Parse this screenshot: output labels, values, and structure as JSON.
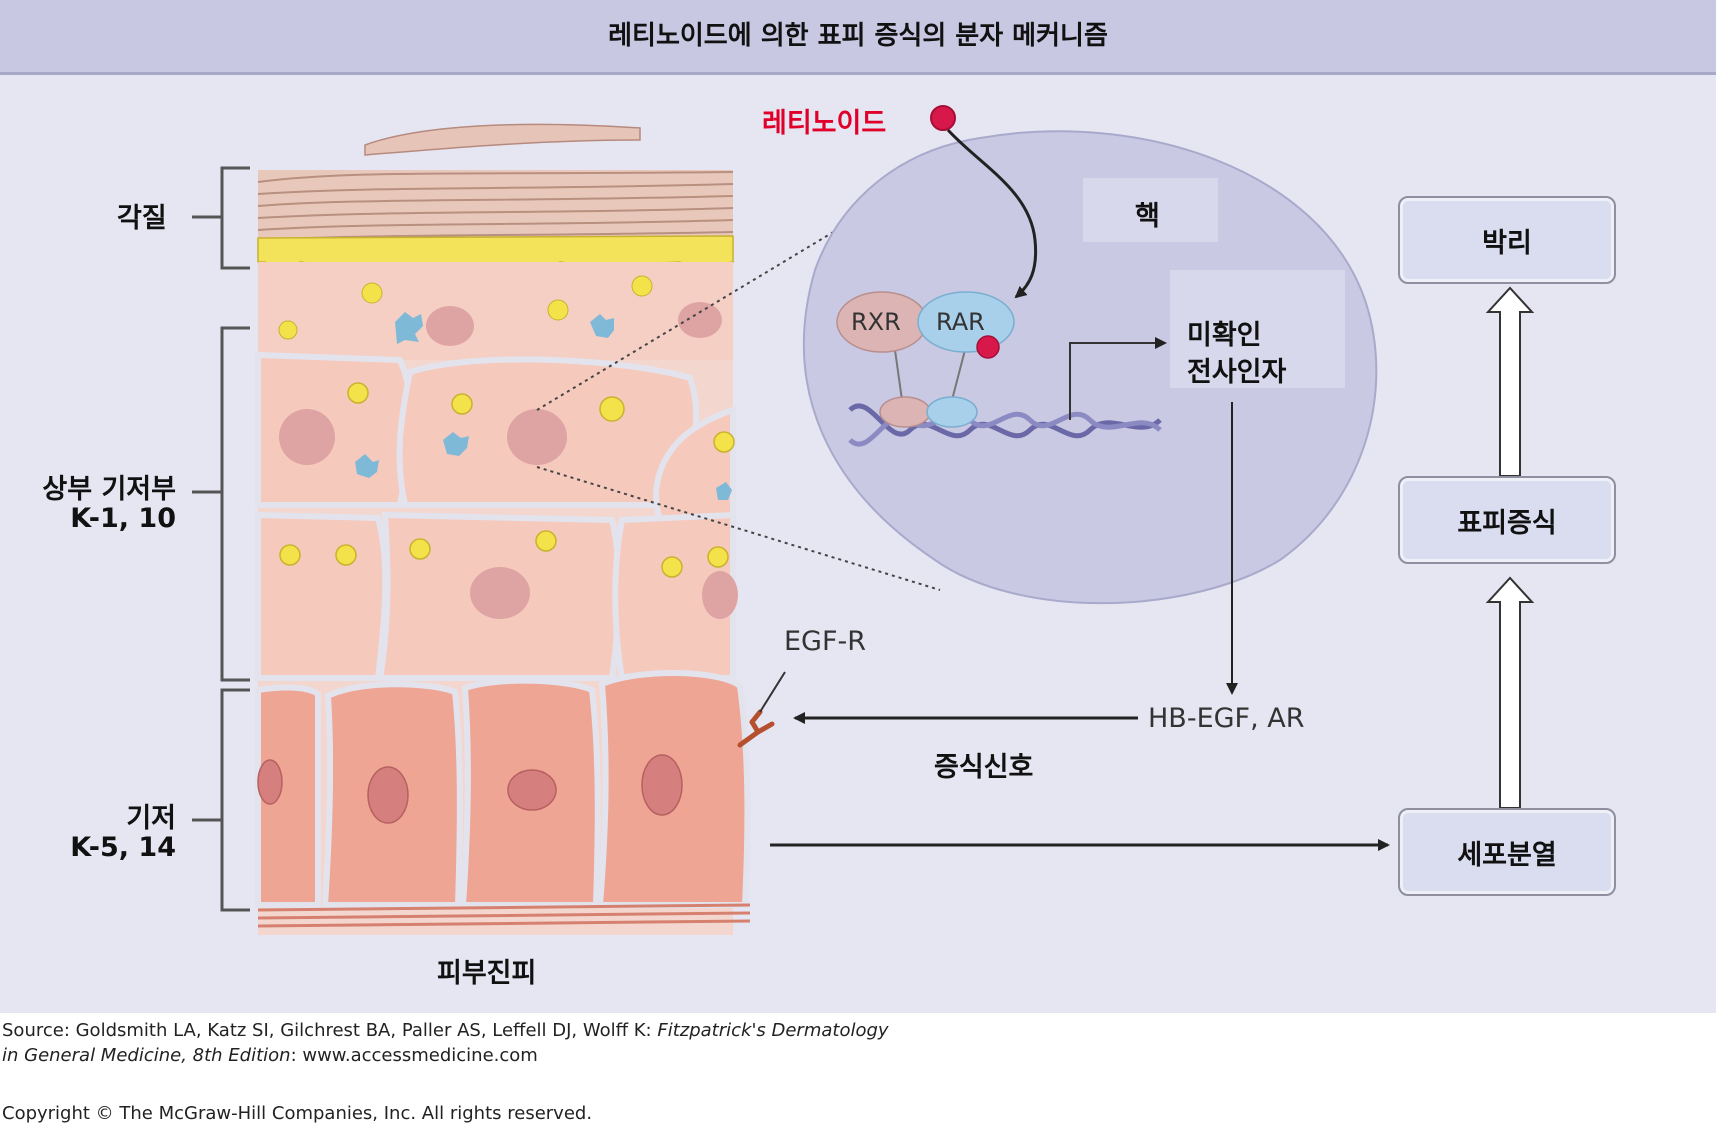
{
  "title": "레티노이드에 의한 표피 증식의 분자 메커니즘",
  "skin_layers": {
    "stratum_corneum": "각질",
    "suprabasal_line1": "상부 기저부",
    "suprabasal_line2": "K-1, 10",
    "basal_line1": "기저",
    "basal_line2": "K-5, 14",
    "dermis": "피부진피"
  },
  "retinoid_label": "레티노이드",
  "nucleus_label": "핵",
  "receptors": {
    "rxr": "RXR",
    "rar": "RAR"
  },
  "unknown_factor_line1": "미확인",
  "unknown_factor_line2": "전사인자",
  "egfr_label": "EGF-R",
  "ligands_label": "HB-EGF, AR",
  "growth_signal_label": "증식신호",
  "outcomes": {
    "detachment": "박리",
    "hyperplasia": "표피증식",
    "cell_division": "세포분열"
  },
  "source_line1_prefix": "Source: Goldsmith LA, Katz SI, Gilchrest BA, Paller AS, Leffell DJ, Wolff K: ",
  "source_line1_italic": "Fitzpatrick's Dermatology",
  "source_line2_italic": "in General Medicine, 8th Edition",
  "source_line2_suffix": ": www.accessmedicine.com",
  "copyright": "Copyright © The McGraw-Hill Companies, Inc. All rights reserved.",
  "colors": {
    "title_bar": "#c8c8e3",
    "panel": "#e6e6f2",
    "nucleus": "#c9c9e3",
    "retinoid_red": "#e0002a",
    "cell_pink": "#f6c9bd",
    "basal_cell": "#eea594",
    "granule_yellow": "#f3e24a"
  }
}
